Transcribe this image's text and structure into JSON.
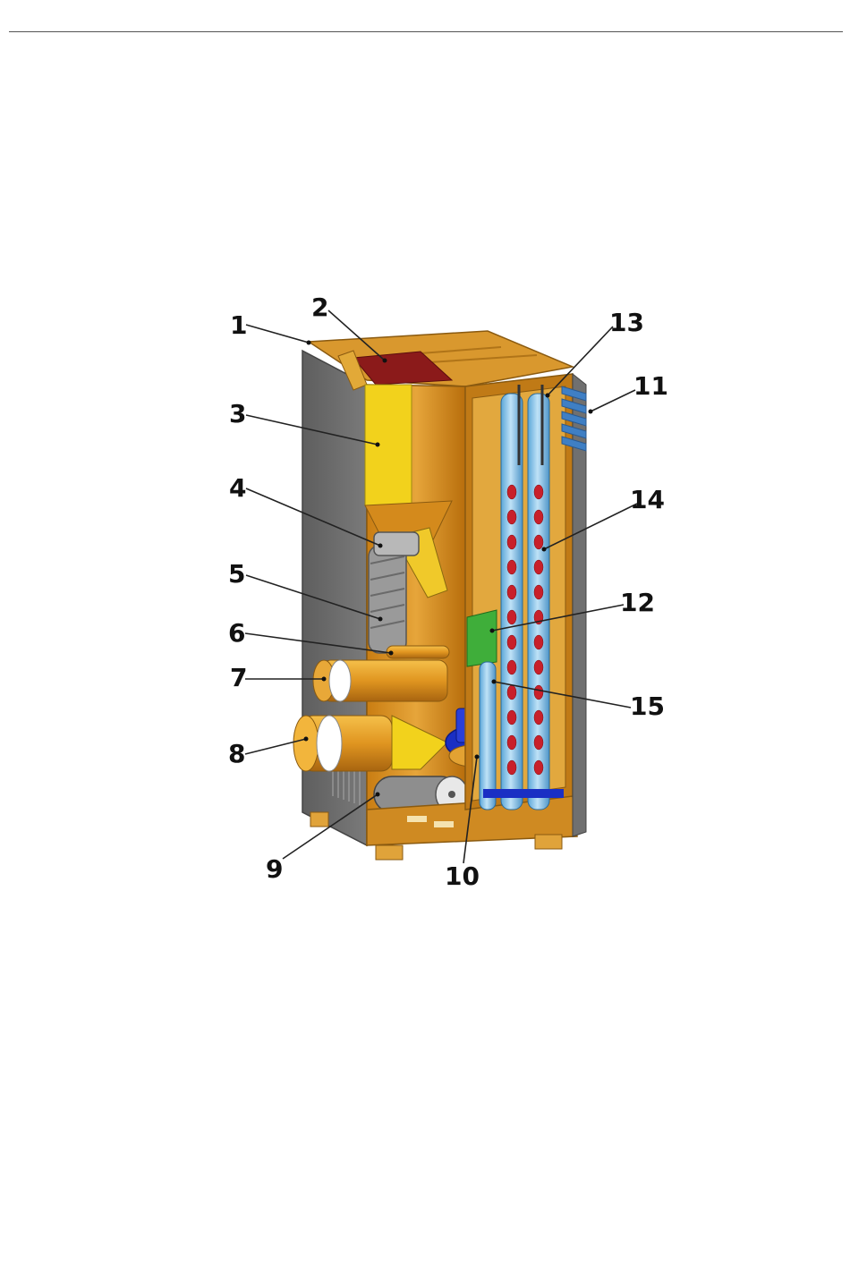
{
  "callouts": {
    "c1": "1",
    "c2": "2",
    "c3": "3",
    "c4": "4",
    "c5": "5",
    "c6": "6",
    "c7": "7",
    "c8": "8",
    "c9": "9",
    "c10": "10",
    "c11": "11",
    "c12": "12",
    "c13": "13",
    "c14": "14",
    "c15": "15"
  },
  "colors": {
    "casing_grey": "#6b6b6b",
    "body_orange": "#d98f1e",
    "hopper_yellow": "#f2d21c",
    "hopper_lid_red": "#8b1a1a",
    "tube_blue": "#8fc8ee",
    "turbulator_red": "#c8202a",
    "fan_blue": "#1a2fc4",
    "cleaning_green": "#3fae3a",
    "motor_grey": "#9a9a9a"
  }
}
